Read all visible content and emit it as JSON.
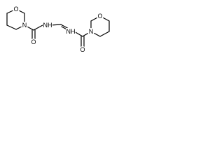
{
  "molecule": {
    "atoms": {
      "morpholine_left_oxygen": "O",
      "morpholine_left_nitrogen": "N",
      "carbonyl_left_oxygen": "O",
      "amide_left_nh": "NH",
      "amide_right_nh": "NH",
      "morpholine_right_oxygen": "O",
      "morpholine_right_nitrogen": "N",
      "carbonyl_right_oxygen": "O"
    }
  }
}
